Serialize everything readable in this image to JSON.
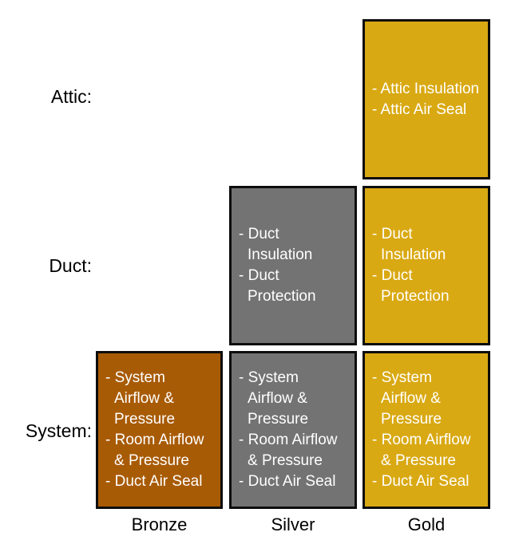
{
  "diagram": {
    "type": "tiered-service-matrix",
    "rows": [
      {
        "key": "attic",
        "label": "Attic:"
      },
      {
        "key": "duct",
        "label": "Duct:"
      },
      {
        "key": "system",
        "label": "System:"
      }
    ],
    "columns": [
      {
        "key": "bronze",
        "label": "Bronze",
        "color": "#a85b05"
      },
      {
        "key": "silver",
        "label": "Silver",
        "color": "#737373"
      },
      {
        "key": "gold",
        "label": "Gold",
        "color": "#d9a913"
      }
    ],
    "cells": {
      "attic": {
        "bronze": null,
        "silver": null,
        "gold": {
          "items": [
            "- Attic Insulation",
            "- Attic Air Seal"
          ]
        }
      },
      "duct": {
        "bronze": null,
        "silver": {
          "items": [
            "- Duct Insulation",
            "- Duct Protection"
          ]
        },
        "gold": {
          "items": [
            "- Duct Insulation",
            "- Duct Protection"
          ]
        }
      },
      "system": {
        "bronze": {
          "items": [
            "- System Airflow & Pressure",
            "- Room Airflow & Pressure",
            "- Duct Air Seal"
          ]
        },
        "silver": {
          "items": [
            "- System Airflow & Pressure",
            "- Room Airflow & Pressure",
            "- Duct Air Seal"
          ]
        },
        "gold": {
          "items": [
            "- System Airflow & Pressure",
            "- Room Airflow & Pressure",
            "- Duct Air Seal"
          ]
        }
      }
    },
    "colors": {
      "bronze": "#a85b05",
      "silver": "#737373",
      "gold": "#d9a913",
      "border": "#0d0d0d",
      "cell_text": "#ffffff",
      "label_text": "#000000",
      "background": "#ffffff"
    }
  }
}
